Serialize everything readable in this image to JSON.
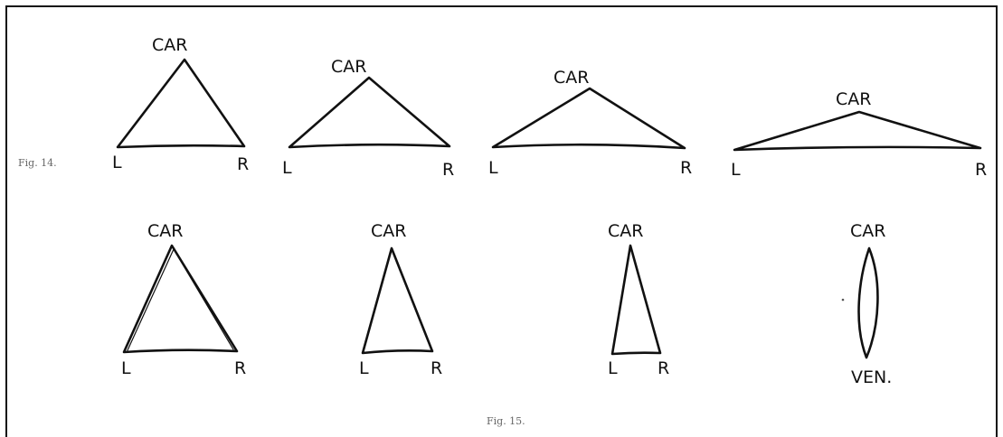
{
  "captions": {
    "fig14": "Fig. 14.",
    "fig15": "Fig. 15."
  },
  "labels": {
    "car": "CAR",
    "left": "L",
    "right": "R",
    "ven": "VEN."
  },
  "figure14": {
    "row": "top",
    "triangles": [
      {
        "apex": "CAR",
        "base_left": "L",
        "base_right": "R"
      },
      {
        "apex": "CAR",
        "base_left": "L",
        "base_right": "R"
      },
      {
        "apex": "CAR",
        "base_left": "L",
        "base_right": "R"
      },
      {
        "apex": "CAR",
        "base_left": "L",
        "base_right": "R"
      }
    ]
  },
  "figure15": {
    "row": "bottom",
    "triangles": [
      {
        "apex": "CAR",
        "base_left": "L",
        "base_right": "R"
      },
      {
        "apex": "CAR",
        "base_left": "L",
        "base_right": "R"
      },
      {
        "apex": "CAR",
        "base_left": "L",
        "base_right": "R"
      },
      {
        "apex": "CAR",
        "base_bottom": "VEN."
      }
    ]
  }
}
